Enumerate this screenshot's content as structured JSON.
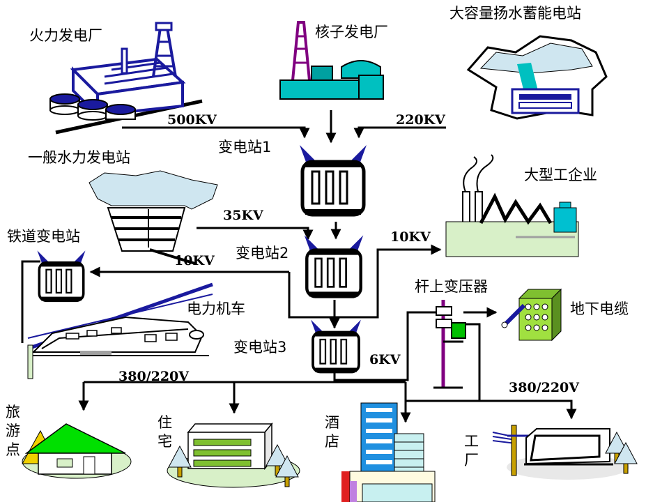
{
  "labels": {
    "thermal_plant": "火力发电厂",
    "nuclear_plant": "核子发电厂",
    "pumped_storage": "大容量扬水蓄能电站",
    "hydro_station": "一般水力发电站",
    "substation_1": "变电站1",
    "substation_2": "变电站2",
    "substation_3": "变电站3",
    "large_industry": "大型工企业",
    "railway_substation": "铁道变电站",
    "electric_locomotive": "电力机车",
    "pole_transformer": "杆上变压器",
    "underground_cable": "地下电缆",
    "tourist_spot": [
      "旅",
      "游",
      "点"
    ],
    "residence": [
      "住",
      "宅"
    ],
    "hotel": [
      "酒",
      "店"
    ],
    "factory": [
      "工",
      "厂"
    ]
  },
  "voltages": {
    "kv500": "500KV",
    "kv220": "220KV",
    "kv35": "35KV",
    "kv10_hydro": "10KV",
    "kv10_industry": "10KV",
    "kv6": "6KV",
    "v380_left": "380/220V",
    "v380_right": "380/220V"
  },
  "colors": {
    "blue": "#1a1a9e",
    "cyan": "#00c0c0",
    "sky": "#cfe6f0",
    "green": "#00e000",
    "light_green": "#d8f0c8",
    "purple": "#800080",
    "yellow": "#f0d000"
  }
}
